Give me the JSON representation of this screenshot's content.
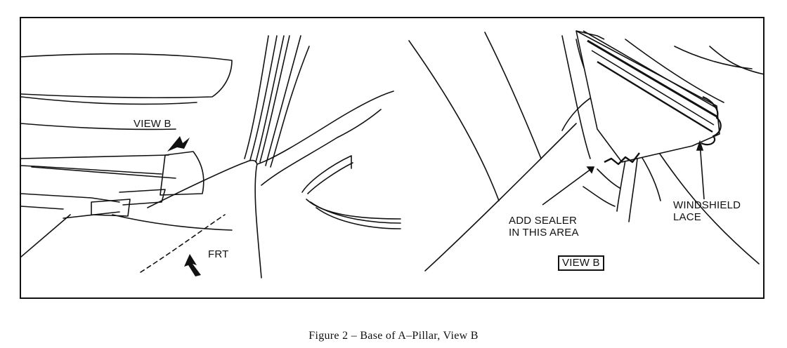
{
  "left_view": {
    "view_label": "VIEW B",
    "front_label": "FRT"
  },
  "right_view": {
    "sealer_label_line1": "ADD SEALER",
    "sealer_label_line2": "IN THIS AREA",
    "lace_label_line1": "WINDSHIELD",
    "lace_label_line2": "LACE",
    "view_tag": "VIEW B"
  },
  "caption": "Figure 2 – Base of A–Pillar, View B"
}
